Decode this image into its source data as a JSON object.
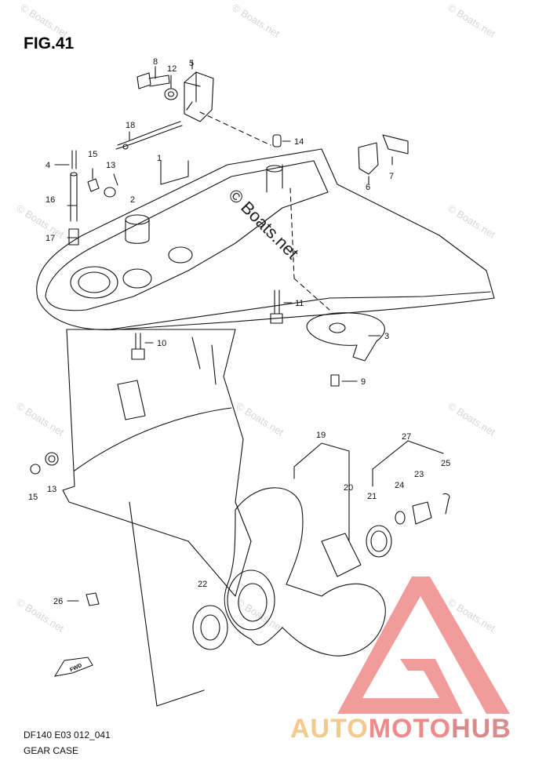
{
  "figure": {
    "title": "FIG.41",
    "code": "DF140 E03 012_041",
    "name": "GEAR CASE"
  },
  "watermark": {
    "text": "© Boats.net"
  },
  "brand": {
    "part1": "AUTO",
    "part2": "MOTO",
    "part3": "HUB"
  },
  "callouts": [
    "1",
    "2",
    "3",
    "4",
    "5",
    "6",
    "7",
    "8",
    "9",
    "10",
    "11",
    "12",
    "13",
    "14",
    "15",
    "16",
    "17",
    "18",
    "19",
    "20",
    "21",
    "22",
    "23",
    "24",
    "25",
    "26",
    "27",
    "13",
    "15"
  ],
  "fwd_label": "FWD",
  "colors": {
    "line": "#111111",
    "brand_red": "#f08a8a",
    "brand_orange": "#f4c98c"
  }
}
